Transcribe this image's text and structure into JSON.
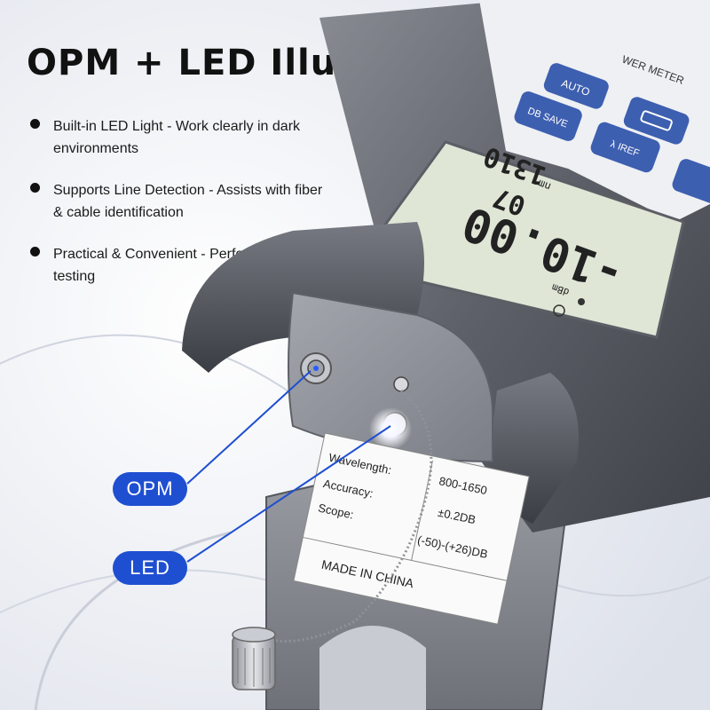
{
  "title": "OPM + LED Illumination",
  "bullets": [
    {
      "text": "Built-in LED Light - Work clearly in dark environments"
    },
    {
      "text": "Supports Line Detection - Assists with fiber & cable identification"
    },
    {
      "text": "Practical & Convenient - Perfect for field testing"
    }
  ],
  "callouts": {
    "opm": "OPM",
    "led": "LED"
  },
  "device": {
    "header_text": "WER METER",
    "buttons": {
      "auto": "AUTO",
      "db_save": "DB SAVE",
      "lambda_iref": "λ IREF"
    },
    "lcd": {
      "unit_top": "dBm",
      "main_reading": "-10.00",
      "sub_reading": "07",
      "wavelength": "1310",
      "wavelength_unit": "nm"
    },
    "spec_label": {
      "wavelength_key": "Wavelength:",
      "wavelength_val": "800-1650",
      "accuracy_key": "Accuracy:",
      "accuracy_val": "±0.2DB",
      "scope_key": "Scope:",
      "scope_val": "(-50)-(+26)DB",
      "made_in": "MADE IN CHINA"
    }
  },
  "colors": {
    "accent_blue": "#1f4fd1",
    "device_gray": "#6b6e75",
    "lcd_green": "#dfe6d6"
  }
}
